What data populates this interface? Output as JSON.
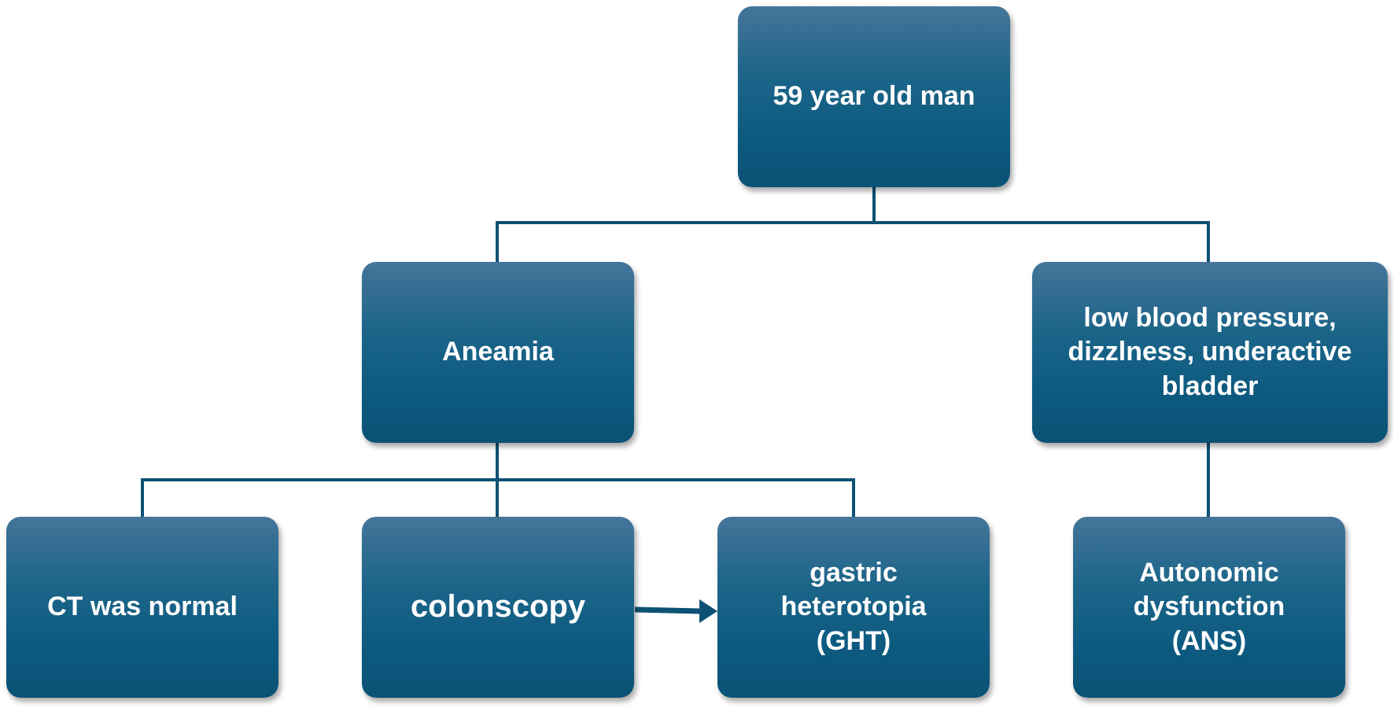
{
  "colors": {
    "box_top": "#45759a",
    "box_bottom": "#0a5275",
    "connector": "#0d5274",
    "text": "#ffffff"
  },
  "nodes": {
    "root": "59 year old man",
    "anaemia": "Aneamia",
    "symptoms": "low blood pressure,\ndizzlness, underactive\nbladder",
    "ct": "CT was normal",
    "colonoscopy": "colonscopy",
    "ght": "gastric\nheterotopia\n(GHT)",
    "ans": "Autonomic\ndysfunction\n(ANS)"
  }
}
